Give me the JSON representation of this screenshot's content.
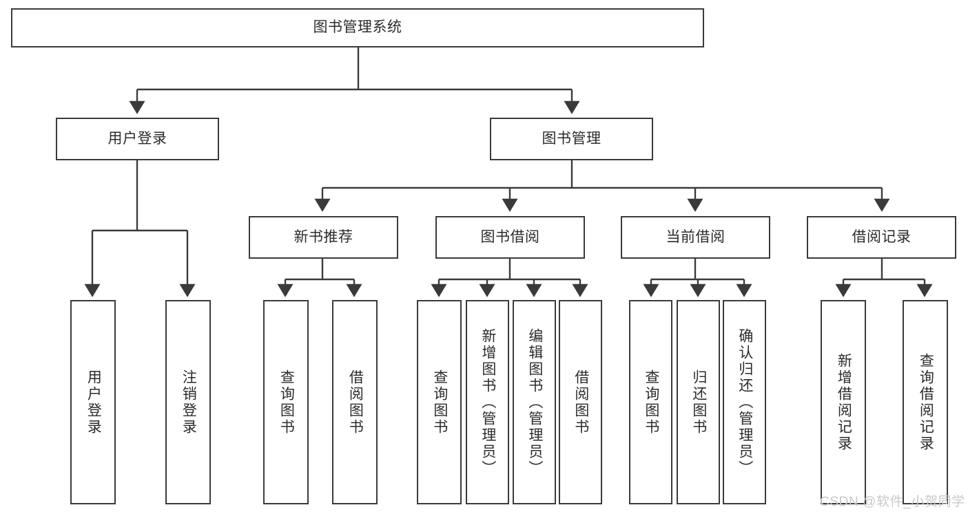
{
  "diagram": {
    "type": "tree-hierarchy-chart",
    "title": "图书管理系统",
    "watermark": "CSDN @软件_小贺同学",
    "colors": {
      "stroke": "#3a3a3a",
      "fill": "#ffffff",
      "text": "#2b2b2b",
      "watermark": "#c8c8c8"
    },
    "nodes": {
      "root": {
        "label": "图书管理系统"
      },
      "level2": [
        {
          "id": "user-login",
          "label": "用户登录"
        },
        {
          "id": "book-manage",
          "label": "图书管理"
        }
      ],
      "level3": [
        {
          "id": "new-book-rec",
          "label": "新书推荐"
        },
        {
          "id": "book-borrow",
          "label": "图书借阅"
        },
        {
          "id": "current-borrow",
          "label": "当前借阅"
        },
        {
          "id": "borrow-record",
          "label": "借阅记录"
        }
      ],
      "leaves": {
        "user-login": [
          {
            "id": "leaf-user-login",
            "label": "用户登录"
          },
          {
            "id": "leaf-logout",
            "label": "注销登录"
          }
        ],
        "new-book-rec": [
          {
            "id": "leaf-query-book-1",
            "label": "查询图书"
          },
          {
            "id": "leaf-borrow-book-1",
            "label": "借阅图书"
          }
        ],
        "book-borrow": [
          {
            "id": "leaf-query-book-2",
            "label": "查询图书"
          },
          {
            "id": "leaf-add-book",
            "label": "新增图书（管理员）"
          },
          {
            "id": "leaf-edit-book",
            "label": "编辑图书（管理员）"
          },
          {
            "id": "leaf-borrow-book-2",
            "label": "借阅图书"
          }
        ],
        "current-borrow": [
          {
            "id": "leaf-query-book-3",
            "label": "查询图书"
          },
          {
            "id": "leaf-return-book",
            "label": "归还图书"
          },
          {
            "id": "leaf-confirm-return",
            "label": "确认归还（管理员）"
          }
        ],
        "borrow-record": [
          {
            "id": "leaf-add-record",
            "label": "新增借阅记录"
          },
          {
            "id": "leaf-query-record",
            "label": "查询借阅记录"
          }
        ]
      }
    }
  }
}
